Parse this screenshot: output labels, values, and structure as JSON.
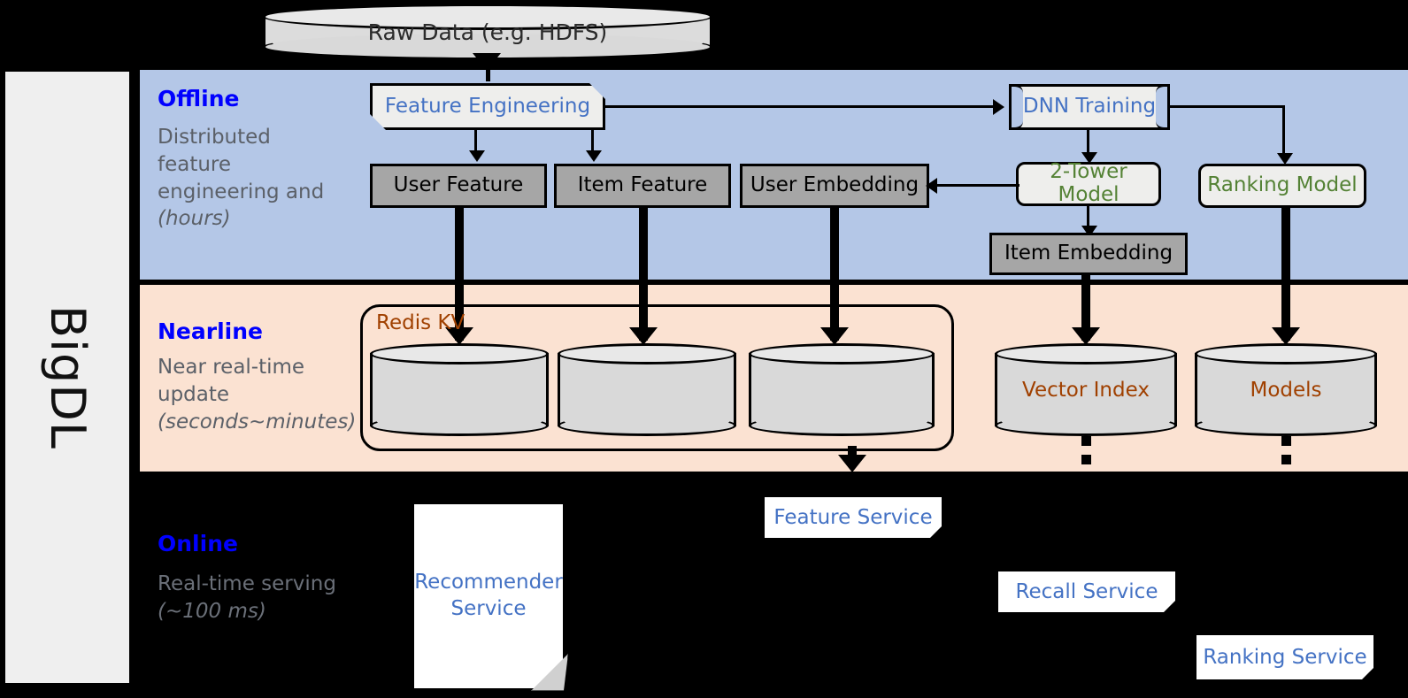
{
  "framework": {
    "name": "BigDL"
  },
  "source": {
    "label": "Raw Data (e.g. HDFS)"
  },
  "bands": {
    "offline": {
      "title": "Offline",
      "description": "Distributed feature engineering and ",
      "description_em": "(hours)",
      "bg": "#b4c7e7"
    },
    "nearline": {
      "title": "Nearline",
      "description": "Near real-time update ",
      "description_em": "(seconds~minutes)",
      "bg": "#fbe2d2"
    },
    "online": {
      "title": "Online",
      "description": "Real-time serving ",
      "description_em": "(~100 ms)",
      "bg": "#000000"
    }
  },
  "offline_nodes": {
    "feature_engineering": "Feature Engineering",
    "dnn_training": "DNN Training",
    "user_feature": "User Feature",
    "item_feature": "Item Feature",
    "user_embedding": "User Embedding",
    "two_tower_model": "2-Tower Model",
    "ranking_model": "Ranking Model",
    "item_embedding": "Item Embedding"
  },
  "nearline_nodes": {
    "redis_kv": "Redis KV",
    "vector_index": "Vector Index",
    "models": "Models"
  },
  "online_nodes": {
    "recommender_service": "Recommender Service",
    "feature_service": "Feature Service",
    "recall_service": "Recall Service",
    "ranking_service": "Ranking Service"
  },
  "colors": {
    "heading_blue": "#0000ff",
    "link_blue": "#4472c4",
    "model_green": "#548235",
    "redis_brown": "#a04000",
    "gray_box": "#a6a6a6",
    "offline_band": "#b4c7e7",
    "nearline_band": "#fbe2d2"
  }
}
